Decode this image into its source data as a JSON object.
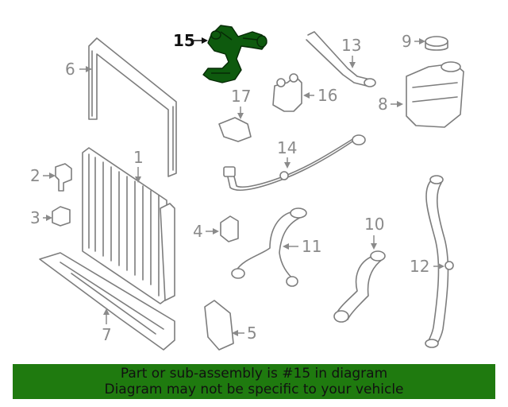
{
  "diagram": {
    "callouts": [
      {
        "id": "1",
        "text": "1"
      },
      {
        "id": "2",
        "text": "2"
      },
      {
        "id": "3",
        "text": "3"
      },
      {
        "id": "4",
        "text": "4"
      },
      {
        "id": "5",
        "text": "5"
      },
      {
        "id": "6",
        "text": "6"
      },
      {
        "id": "7",
        "text": "7"
      },
      {
        "id": "8",
        "text": "8"
      },
      {
        "id": "9",
        "text": "9"
      },
      {
        "id": "10",
        "text": "10"
      },
      {
        "id": "11",
        "text": "11"
      },
      {
        "id": "12",
        "text": "12"
      },
      {
        "id": "13",
        "text": "13"
      },
      {
        "id": "14",
        "text": "14"
      },
      {
        "id": "15",
        "text": "15"
      },
      {
        "id": "16",
        "text": "16"
      },
      {
        "id": "17",
        "text": "17"
      }
    ],
    "highlighted_part": "15",
    "highlight_color": "#0e5a0e"
  },
  "banner": {
    "line1": "Part or sub-assembly is #15 in diagram",
    "line2": "Diagram may not be specific to your vehicle",
    "background": "#1f7a0f"
  }
}
